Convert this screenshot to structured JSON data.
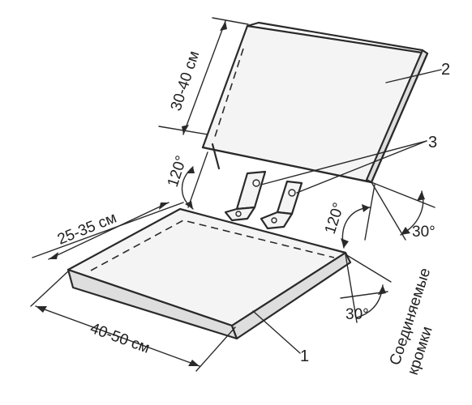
{
  "dimensions": {
    "back_height": "30-40 см",
    "seat_depth": "25-35 см",
    "seat_width": "40-50 см"
  },
  "angles": {
    "left_recline": "120°",
    "right_recline": "120°",
    "right_back_bevel": "30°",
    "front_bevel": "30°"
  },
  "callouts": {
    "seat_part": "1",
    "back_part": "2",
    "brackets": "3"
  },
  "edge_note": {
    "line1": "Соединяемые",
    "line2": "кромки"
  }
}
